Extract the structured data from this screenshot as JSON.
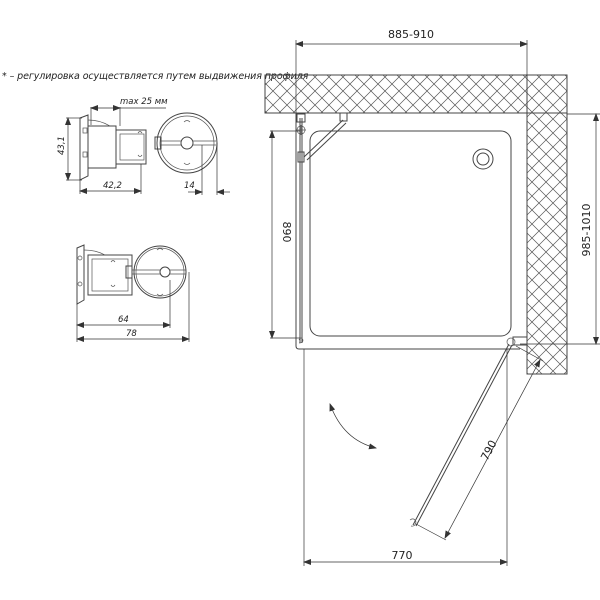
{
  "note": "* – регулировка осуществляется путем выдвижения профиля",
  "profile_detail_top": {
    "adjust_label": "max 25 мм",
    "height_label": "43,1",
    "width_label": "42,2",
    "offset_label": "14"
  },
  "profile_detail_bottom": {
    "inner_label": "64",
    "outer_label": "78"
  },
  "plan": {
    "width_range_label": "885-910",
    "depth_range_label": "985-1010",
    "fixed_panel_label": "890",
    "door_width_label": "790",
    "opening_label": "770"
  },
  "colors": {
    "line": "#444444",
    "background": "#ffffff",
    "text": "#222222"
  }
}
